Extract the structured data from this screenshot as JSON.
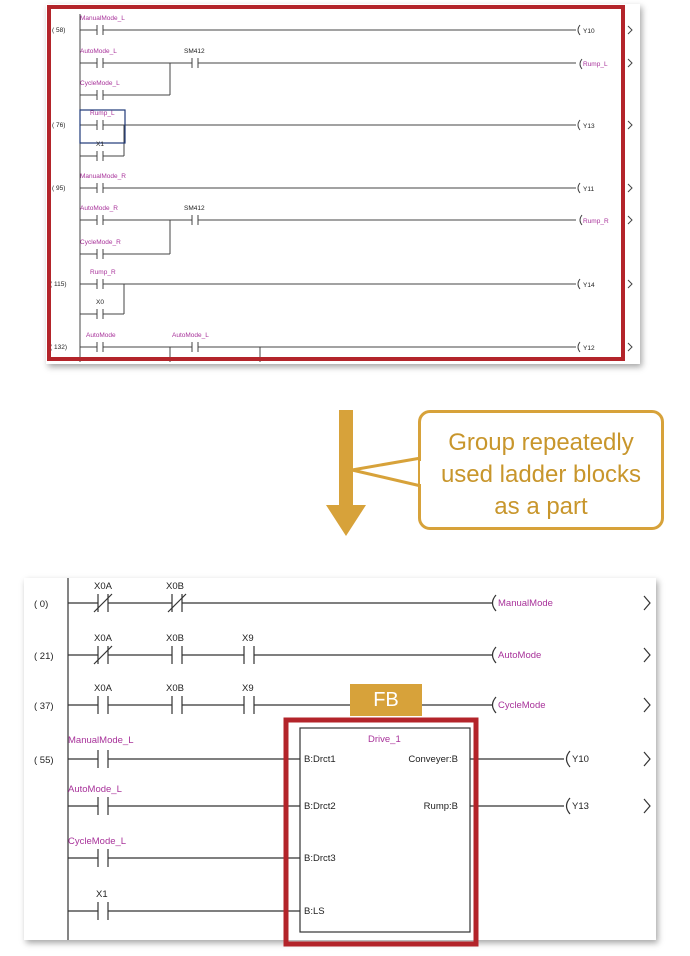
{
  "top_ladder": {
    "rungs": [
      {
        "step": "( 58)",
        "contacts": [
          "ManualMode_L",
          "AutoMode_L",
          "SM412",
          "CycleMode_L"
        ],
        "coils": [
          "Y10",
          "Rump_L"
        ]
      },
      {
        "step": "( 76)",
        "contacts": [
          "Rump_L",
          "X1"
        ],
        "coils": [
          "Y13"
        ]
      },
      {
        "step": "( 95)",
        "contacts": [
          "ManualMode_R",
          "AutoMode_R",
          "SM412",
          "CycleMode_R"
        ],
        "coils": [
          "Y11",
          "Rump_R"
        ]
      },
      {
        "step": "( 115)",
        "contacts": [
          "Rump_R",
          "X0"
        ],
        "coils": [
          "Y14"
        ]
      },
      {
        "step": "( 132)",
        "contacts": [
          "AutoMode",
          "AutoMode_L"
        ],
        "coils": [
          "Y12"
        ]
      }
    ]
  },
  "callout": {
    "line1": "Group repeatedly",
    "line2": "used ladder blocks",
    "line3": "as a part"
  },
  "fb_badge": "FB",
  "bottom_ladder": {
    "rungs": [
      {
        "step": "(   0)",
        "contacts": [
          "X0A",
          "X0B"
        ],
        "coil": "ManualMode"
      },
      {
        "step": "(  21)",
        "contacts": [
          "X0A",
          "X0B",
          "X9"
        ],
        "coil": "AutoMode"
      },
      {
        "step": "(  37)",
        "contacts": [
          "X0A",
          "X0B",
          "X9"
        ],
        "coil": "CycleMode"
      },
      {
        "step": "(  55)",
        "contacts": [
          "ManualMode_L",
          "AutoMode_L",
          "CycleMode_L",
          "X1"
        ],
        "coils": [
          "Y10",
          "Y13"
        ]
      }
    ],
    "function_block": {
      "name": "Drive_1",
      "inputs": [
        "B:Drct1",
        "B:Drct2",
        "B:Drct3",
        "B:LS"
      ],
      "outputs": [
        "Conveyer:B",
        "Rump:B"
      ]
    }
  },
  "colors": {
    "highlight_red": "#b3242a",
    "arrow_gold": "#d7a23a",
    "label_magenta": "#a8329a",
    "wire": "#333333"
  }
}
